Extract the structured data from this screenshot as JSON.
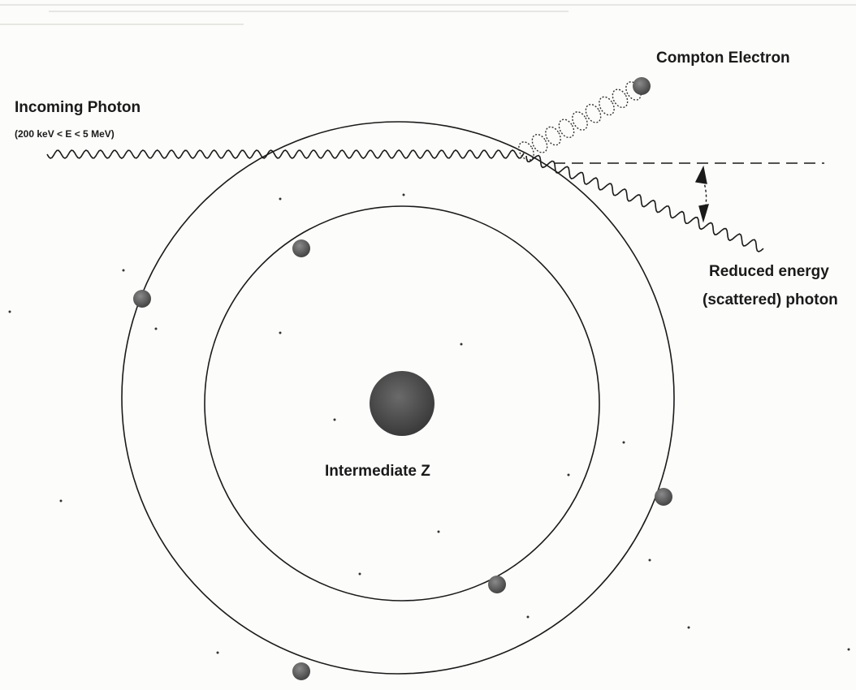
{
  "labels": {
    "incoming_photon": "Incoming Photon",
    "energy_range": "(200 keV < E < 5 MeV)",
    "compton_electron": "Compton Electron",
    "scattered_line1": "Reduced energy",
    "scattered_line2": "(scattered) photon",
    "nucleus": "Intermediate Z"
  },
  "colors": {
    "ink": "#1a1a1a",
    "particle": "#555555",
    "nucleus": "#4a4a4a",
    "paper": "#fcfcfa"
  }
}
